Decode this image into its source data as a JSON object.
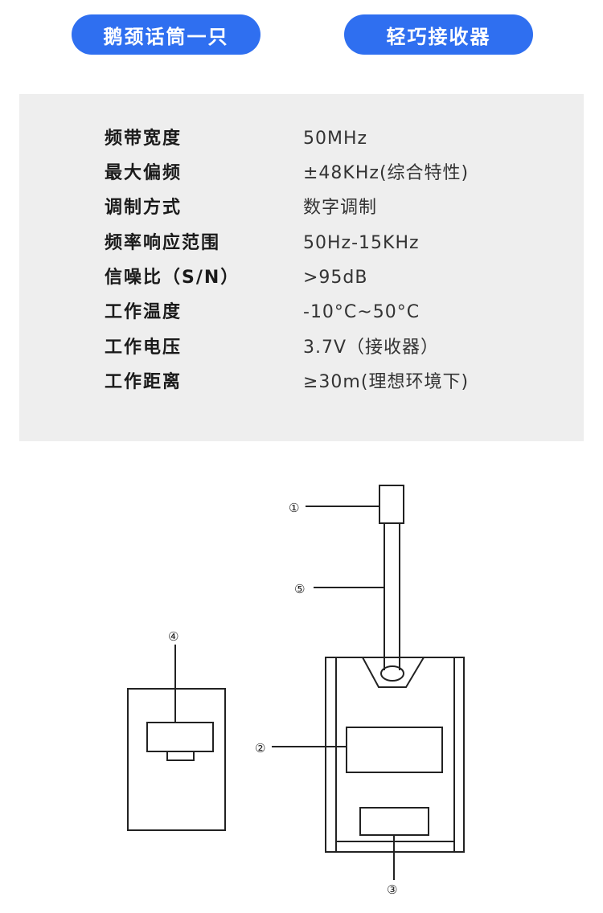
{
  "tabs": {
    "left": "鹅颈话筒一只",
    "right": "轻巧接收器"
  },
  "specs": [
    {
      "label": "频带宽度",
      "value": "50MHz"
    },
    {
      "label": "最大偏频",
      "value": "±48KHz(综合特性)"
    },
    {
      "label": "调制方式",
      "value": "数字调制"
    },
    {
      "label": "频率响应范围",
      "value": "50Hz-15KHz"
    },
    {
      "label": "信噪比（S/N）",
      "value": " >95dB"
    },
    {
      "label": "工作温度",
      "value": "-10°C~50°C"
    },
    {
      "label": "工作电压",
      "value": " 3.7V（接收器）"
    },
    {
      "label": "工作距离",
      "value": "≥30m(理想环境下)"
    }
  ],
  "diagram": {
    "callouts": {
      "c1": "①",
      "c2": "②",
      "c3": "③",
      "c4": "④",
      "c5": "⑤"
    }
  }
}
